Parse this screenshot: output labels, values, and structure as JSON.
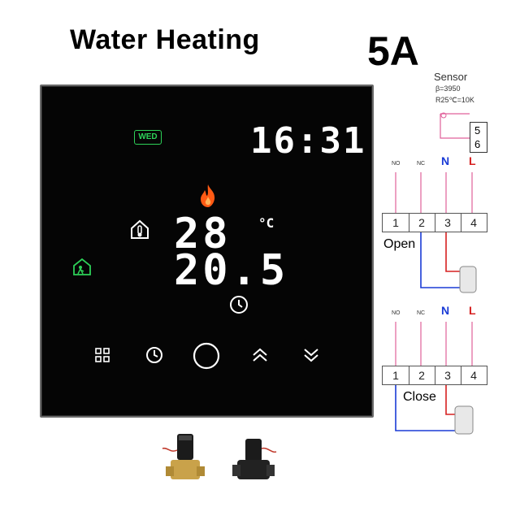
{
  "header": {
    "title": "Water Heating",
    "rating": "5A"
  },
  "display": {
    "day_badge": "WED",
    "clock": "16:31",
    "set_temp": "28",
    "unit": "°C",
    "room_temp": "20.5"
  },
  "icons": {
    "heating": "flame-icon",
    "home_temp": "home-thermometer-icon",
    "away": "away-home-icon",
    "schedule_indicator": "clock-icon",
    "menu": "menu-grid-icon",
    "timer": "timer-icon",
    "power": "power-icon",
    "up": "chevron-up-icon",
    "down": "chevron-down-icon"
  },
  "wiring": {
    "sensor_title": "Sensor",
    "sensor_beta": "β=3950",
    "sensor_r25": "R25℃=10K",
    "sensor_terminals": [
      "5",
      "6"
    ],
    "terminal_labels": [
      "NO",
      "NC",
      "N",
      "L"
    ],
    "terminal_numbers": [
      "1",
      "2",
      "3",
      "4"
    ],
    "state_open": "Open",
    "state_close": "Close"
  },
  "colors": {
    "accent_green": "#2dd158",
    "flame": "#ff5a14",
    "neutral": "#1a3bd6",
    "live": "#d62020"
  }
}
